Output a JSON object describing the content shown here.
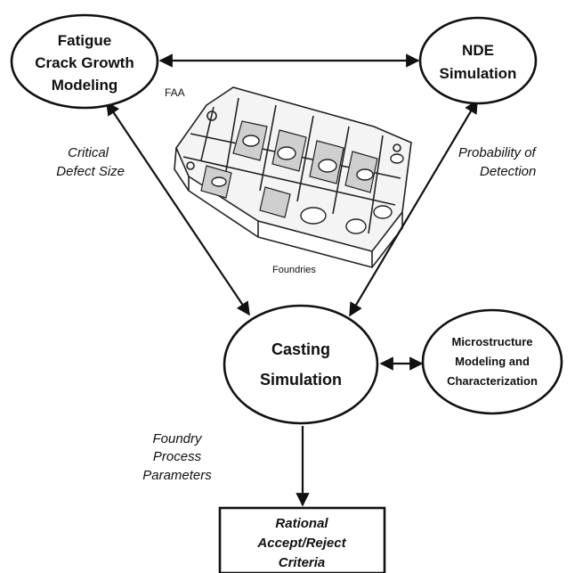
{
  "nodes": {
    "fatigue": [
      "Fatigue",
      "Crack Growth",
      "Modeling"
    ],
    "nde": [
      "NDE",
      "Simulation"
    ],
    "casting": [
      "Casting",
      "Simulation"
    ],
    "micro": [
      "Microstructure",
      "Modeling and",
      "Characterization"
    ],
    "criteria": [
      "Rational",
      "Accept/Reject",
      "Criteria"
    ]
  },
  "edge_labels": {
    "critical_defect": [
      "Critical",
      "Defect Size"
    ],
    "probability": [
      "Probability of",
      "Detection"
    ],
    "foundry_process": [
      "Foundry",
      "Process",
      "Parameters"
    ]
  },
  "stakeholders": {
    "faa": "FAA",
    "foundries": "Foundries"
  },
  "image": {
    "subject": "cast-component-illustration"
  }
}
